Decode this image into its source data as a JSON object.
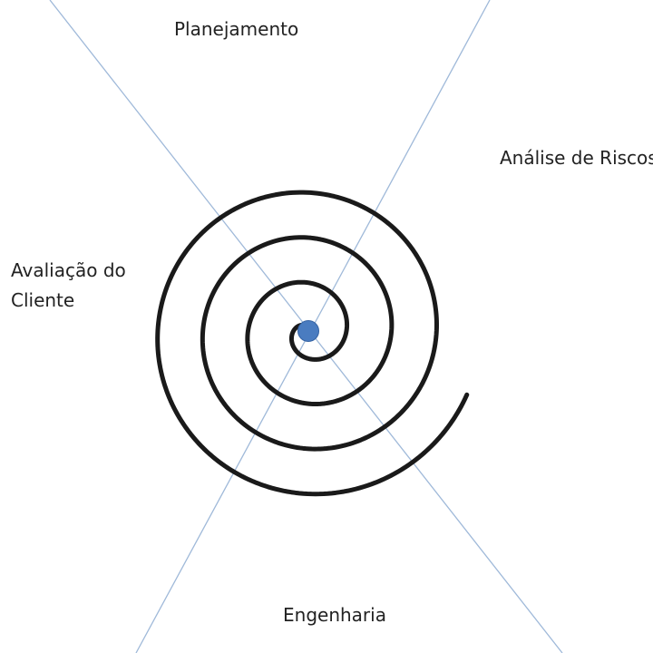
{
  "labels": {
    "planning": "Planejamento",
    "risk_analysis": "Análise de Riscos",
    "client_eval_line1": "Avaliação do",
    "client_eval_line2": "Cliente",
    "engineering": "Engenharia"
  },
  "colors": {
    "background": "#ffffff",
    "spiral": "#1a1a1a",
    "axis_lines": "#9fb9d9",
    "center_dot": "#4a7cc0",
    "center_dot_outline": "#3563a3",
    "text": "#222222"
  }
}
